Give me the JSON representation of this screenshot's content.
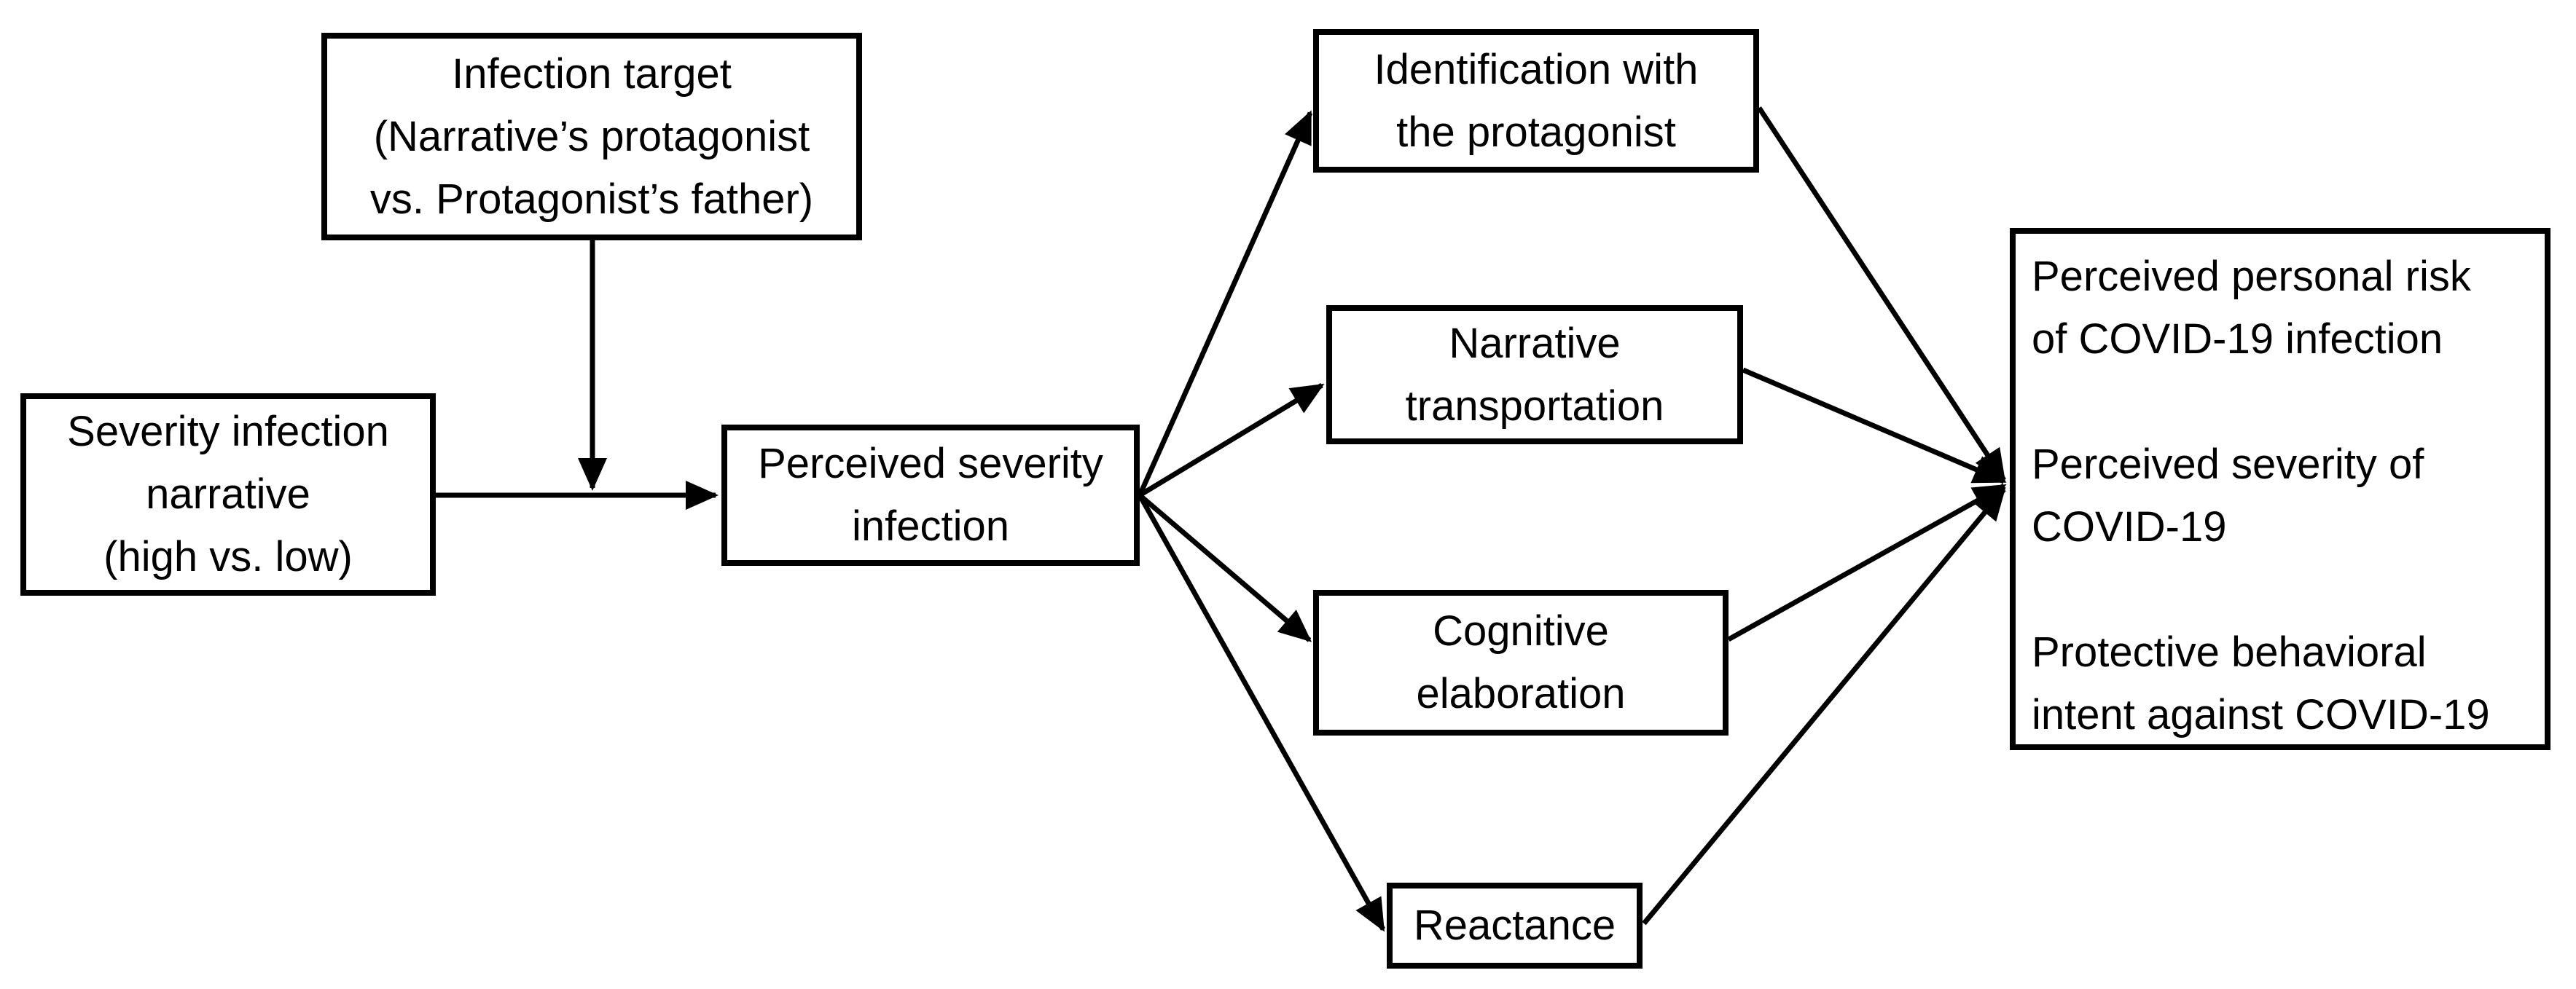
{
  "diagram": {
    "background_color": "#ffffff",
    "line_color": "#000000",
    "box_fill_color": "#ffffff",
    "text_color": "#000000",
    "nodes": {
      "infection_target": {
        "label": "Infection target\n(Narrative’s protagonist\nvs. Protagonist’s father)"
      },
      "severity_narrative": {
        "label": "Severity infection\nnarrative\n(high vs. low)"
      },
      "perceived_severity": {
        "label": "Perceived severity\ninfection"
      },
      "identification": {
        "label": "Identification with\nthe protagonist"
      },
      "transportation": {
        "label": "Narrative\ntransportation"
      },
      "cognitive_elaboration": {
        "label": "Cognitive\nelaboration"
      },
      "reactance": {
        "label": "Reactance"
      },
      "outcomes": {
        "label": "Perceived personal risk\nof COVID-19 infection\n\nPerceived severity of\nCOVID-19\n\nProtective behavioral\nintent against COVID-19"
      }
    },
    "edges": [
      {
        "from": "severity_narrative",
        "to": "perceived_severity",
        "type": "direct"
      },
      {
        "from": "infection_target",
        "to": "severity_narrative->perceived_severity",
        "type": "moderation"
      },
      {
        "from": "perceived_severity",
        "to": "identification",
        "type": "direct"
      },
      {
        "from": "perceived_severity",
        "to": "transportation",
        "type": "direct"
      },
      {
        "from": "perceived_severity",
        "to": "cognitive_elaboration",
        "type": "direct"
      },
      {
        "from": "perceived_severity",
        "to": "reactance",
        "type": "direct"
      },
      {
        "from": "identification",
        "to": "outcomes",
        "type": "direct"
      },
      {
        "from": "transportation",
        "to": "outcomes",
        "type": "direct"
      },
      {
        "from": "cognitive_elaboration",
        "to": "outcomes",
        "type": "direct"
      },
      {
        "from": "reactance",
        "to": "outcomes",
        "type": "direct"
      }
    ]
  }
}
